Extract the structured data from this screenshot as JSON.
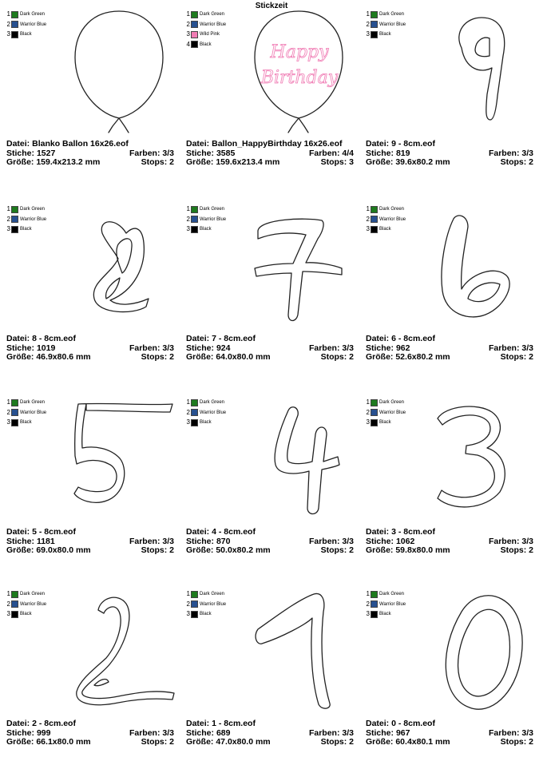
{
  "title": "Stickzeit",
  "labels": {
    "file": "Datei:",
    "stitches": "Stiche:",
    "size": "Größe:",
    "colors": "Farben:",
    "stops": "Stops:"
  },
  "colors": {
    "dark_green": "#1e7a1e",
    "warrior_blue": "#27508f",
    "wild_pink": "#f07cb4",
    "black": "#000000"
  },
  "designs": [
    {
      "file": "Blanko Ballon 16x26.eof",
      "stitches": "1527",
      "size": "159.4x213.2 mm",
      "colors": "3/3",
      "stops": "2",
      "threads": [
        {
          "n": "1",
          "name": "Dark Green",
          "color": "#1e7a1e"
        },
        {
          "n": "2",
          "name": "Warrior Blue",
          "color": "#27508f"
        },
        {
          "n": "3",
          "name": "Black",
          "color": "#000000"
        }
      ]
    },
    {
      "file": "Ballon_HappyBirthday 16x26.eof",
      "stitches": "3585",
      "size": "159.6x213.4 mm",
      "colors": "4/4",
      "stops": "3",
      "threads": [
        {
          "n": "1",
          "name": "Dark Green",
          "color": "#1e7a1e"
        },
        {
          "n": "2",
          "name": "Warrior Blue",
          "color": "#27508f"
        },
        {
          "n": "3",
          "name": "Wild Pink",
          "color": "#f07cb4"
        },
        {
          "n": "4",
          "name": "Black",
          "color": "#000000"
        }
      ],
      "text_lines": [
        "Happy",
        "Birthday"
      ]
    },
    {
      "file": "9 - 8cm.eof",
      "stitches": "819",
      "size": "39.6x80.2 mm",
      "colors": "3/3",
      "stops": "2",
      "threads": [
        {
          "n": "1",
          "name": "Dark Green",
          "color": "#1e7a1e"
        },
        {
          "n": "2",
          "name": "Warrior Blue",
          "color": "#27508f"
        },
        {
          "n": "3",
          "name": "Black",
          "color": "#000000"
        }
      ]
    },
    {
      "file": "8 - 8cm.eof",
      "stitches": "1019",
      "size": "46.9x80.6 mm",
      "colors": "3/3",
      "stops": "2",
      "threads": [
        {
          "n": "1",
          "name": "Dark Green",
          "color": "#1e7a1e"
        },
        {
          "n": "2",
          "name": "Warrior Blue",
          "color": "#27508f"
        },
        {
          "n": "3",
          "name": "Black",
          "color": "#000000"
        }
      ]
    },
    {
      "file": "7 - 8cm.eof",
      "stitches": "924",
      "size": "64.0x80.0 mm",
      "colors": "3/3",
      "stops": "2",
      "threads": [
        {
          "n": "1",
          "name": "Dark Green",
          "color": "#1e7a1e"
        },
        {
          "n": "2",
          "name": "Warrior Blue",
          "color": "#27508f"
        },
        {
          "n": "3",
          "name": "Black",
          "color": "#000000"
        }
      ]
    },
    {
      "file": "6 - 8cm.eof",
      "stitches": "962",
      "size": "52.6x80.2 mm",
      "colors": "3/3",
      "stops": "2",
      "threads": [
        {
          "n": "1",
          "name": "Dark Green",
          "color": "#1e7a1e"
        },
        {
          "n": "2",
          "name": "Warrior Blue",
          "color": "#27508f"
        },
        {
          "n": "3",
          "name": "Black",
          "color": "#000000"
        }
      ]
    },
    {
      "file": "5 - 8cm.eof",
      "stitches": "1181",
      "size": "69.0x80.0 mm",
      "colors": "3/3",
      "stops": "2",
      "threads": [
        {
          "n": "1",
          "name": "Dark Green",
          "color": "#1e7a1e"
        },
        {
          "n": "2",
          "name": "Warrior Blue",
          "color": "#27508f"
        },
        {
          "n": "3",
          "name": "Black",
          "color": "#000000"
        }
      ]
    },
    {
      "file": "4 - 8cm.eof",
      "stitches": "870",
      "size": "50.0x80.2 mm",
      "colors": "3/3",
      "stops": "2",
      "threads": [
        {
          "n": "1",
          "name": "Dark Green",
          "color": "#1e7a1e"
        },
        {
          "n": "2",
          "name": "Warrior Blue",
          "color": "#27508f"
        },
        {
          "n": "3",
          "name": "Black",
          "color": "#000000"
        }
      ]
    },
    {
      "file": "3 - 8cm.eof",
      "stitches": "1062",
      "size": "59.8x80.0 mm",
      "colors": "3/3",
      "stops": "2",
      "threads": [
        {
          "n": "1",
          "name": "Dark Green",
          "color": "#1e7a1e"
        },
        {
          "n": "2",
          "name": "Warrior Blue",
          "color": "#27508f"
        },
        {
          "n": "3",
          "name": "Black",
          "color": "#000000"
        }
      ]
    },
    {
      "file": "2 - 8cm.eof",
      "stitches": "999",
      "size": "66.1x80.0 mm",
      "colors": "3/3",
      "stops": "2",
      "threads": [
        {
          "n": "1",
          "name": "Dark Green",
          "color": "#1e7a1e"
        },
        {
          "n": "2",
          "name": "Warrior Blue",
          "color": "#27508f"
        },
        {
          "n": "3",
          "name": "Black",
          "color": "#000000"
        }
      ]
    },
    {
      "file": "1 - 8cm.eof",
      "stitches": "689",
      "size": "47.0x80.0 mm",
      "colors": "3/3",
      "stops": "2",
      "threads": [
        {
          "n": "1",
          "name": "Dark Green",
          "color": "#1e7a1e"
        },
        {
          "n": "2",
          "name": "Warrior Blue",
          "color": "#27508f"
        },
        {
          "n": "3",
          "name": "Black",
          "color": "#000000"
        }
      ]
    },
    {
      "file": "0 - 8cm.eof",
      "stitches": "967",
      "size": "60.4x80.1 mm",
      "colors": "3/3",
      "stops": "2",
      "threads": [
        {
          "n": "1",
          "name": "Dark Green",
          "color": "#1e7a1e"
        },
        {
          "n": "2",
          "name": "Warrior Blue",
          "color": "#27508f"
        },
        {
          "n": "3",
          "name": "Black",
          "color": "#000000"
        }
      ]
    }
  ]
}
